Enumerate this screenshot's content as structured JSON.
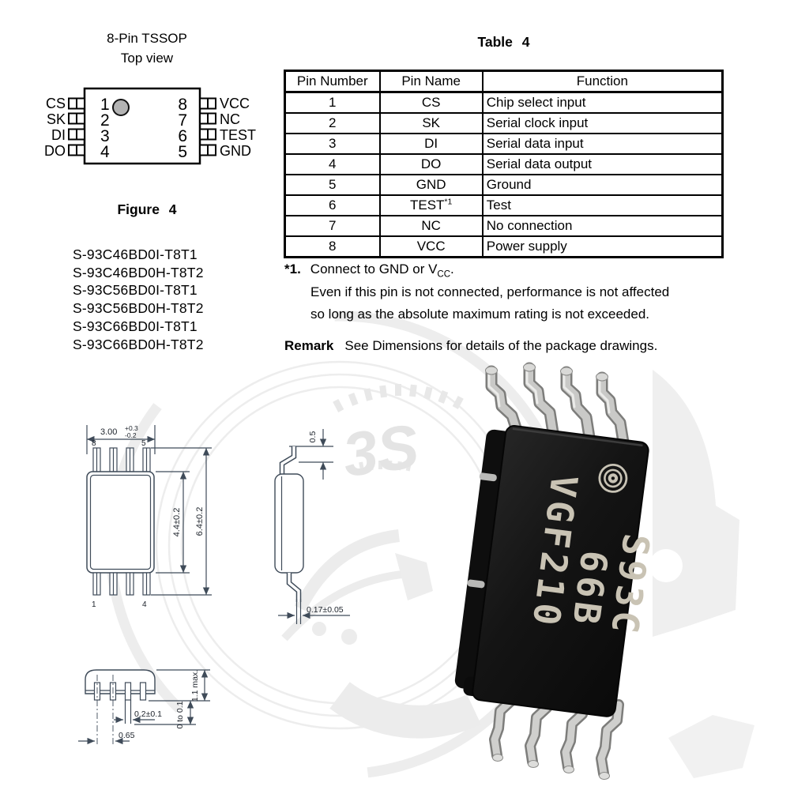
{
  "pin_diagram": {
    "title_line1": "8-Pin TSSOP",
    "title_line2": "Top view",
    "left_pins": [
      {
        "number": "1",
        "label": "CS"
      },
      {
        "number": "2",
        "label": "SK"
      },
      {
        "number": "3",
        "label": "DI"
      },
      {
        "number": "4",
        "label": "DO"
      }
    ],
    "right_pins": [
      {
        "number": "8",
        "label": "VCC"
      },
      {
        "number": "7",
        "label": "NC"
      },
      {
        "number": "6",
        "label": "TEST"
      },
      {
        "number": "5",
        "label": "GND"
      }
    ],
    "caption": "Figure 4"
  },
  "part_numbers": [
    "S-93C46BD0I-T8T1",
    "S-93C46BD0H-T8T2",
    "S-93C56BD0I-T8T1",
    "S-93C56BD0H-T8T2",
    "S-93C66BD0I-T8T1",
    "S-93C66BD0H-T8T2"
  ],
  "table": {
    "title": "Table 4",
    "headers": [
      "Pin Number",
      "Pin Name",
      "Function"
    ],
    "rows": [
      {
        "number": "1",
        "name": "CS",
        "function": "Chip select input"
      },
      {
        "number": "2",
        "name": "SK",
        "function": "Serial clock input"
      },
      {
        "number": "3",
        "name": "DI",
        "function": "Serial data input"
      },
      {
        "number": "4",
        "name": "DO",
        "function": "Serial data output"
      },
      {
        "number": "5",
        "name": "GND",
        "function": "Ground"
      },
      {
        "number": "6",
        "name": "TEST",
        "name_note": "*1",
        "function": "Test"
      },
      {
        "number": "7",
        "name": "NC",
        "function": "No connection"
      },
      {
        "number": "8",
        "name": "VCC",
        "function": "Power supply"
      }
    ]
  },
  "footnote": {
    "marker": "*1.",
    "line1_pre": "Connect to GND or V",
    "line1_sub": "CC",
    "line1_post": ".",
    "line2": "Even if this pin is not connected, performance is not affected",
    "line3": "so long as the absolute maximum rating is not exceeded."
  },
  "remark": {
    "label": "Remark",
    "text": "See Dimensions for details of the package drawings."
  },
  "dimensions": {
    "top_view": {
      "width_dim": "3.00",
      "width_tol_plus": "+0.3",
      "width_tol_minus": "-0.2",
      "pin_top_left": "8",
      "pin_top_right": "5",
      "pin_bottom_left": "1",
      "pin_bottom_right": "4",
      "body_height": "4.4±0.2",
      "total_height": "6.4±0.2"
    },
    "side_view": {
      "lead_standoff": "0.5",
      "lead_thickness": "0.17±0.05"
    },
    "front_view": {
      "body_height": "1.1 max.",
      "standoff": "0 to 0.1",
      "lead_width": "0.2±0.1",
      "lead_pitch": "0.65"
    }
  },
  "chip_photo": {
    "marking_line1": "S93C",
    "marking_line2": "66B",
    "marking_line3": "VGF210"
  },
  "watermark": {
    "text": "3S"
  },
  "colors": {
    "dim_line": "#3f4b59",
    "chip_body": "#151515",
    "chip_marking": "#c9c3b4",
    "lead_metal": "#c9c9c7",
    "watermark_gray": "#ececec"
  }
}
